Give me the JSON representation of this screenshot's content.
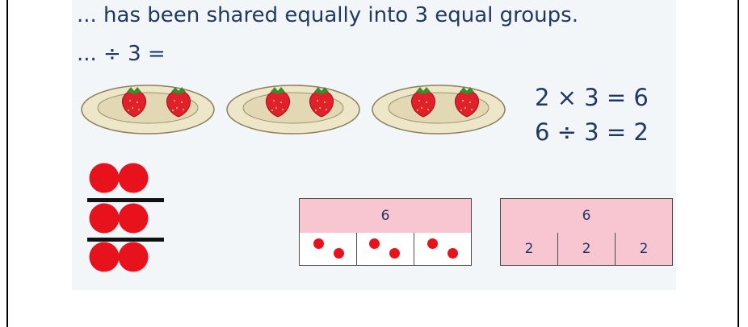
{
  "heading": "... has been shared equally into 3 equal groups.",
  "division_prompt": "... ÷ 3 =",
  "multiplication_fact": "2 × 3 = 6",
  "division_fact": "6 ÷ 3 = 2",
  "plates": [
    {
      "strawberries": 2
    },
    {
      "strawberries": 2
    },
    {
      "strawberries": 2
    }
  ],
  "counter_rows": [
    2,
    2,
    2
  ],
  "bar_model_dots": {
    "whole": "6",
    "parts": [
      2,
      2,
      2
    ]
  },
  "bar_model_numbers": {
    "whole": "6",
    "parts": [
      "2",
      "2",
      "2"
    ]
  },
  "colors": {
    "text": "#1f3864",
    "counter": "#e8121d",
    "bar_pink": "#f7c6d1",
    "plate": "#ede6c9",
    "strawberry": "#e0202a"
  }
}
